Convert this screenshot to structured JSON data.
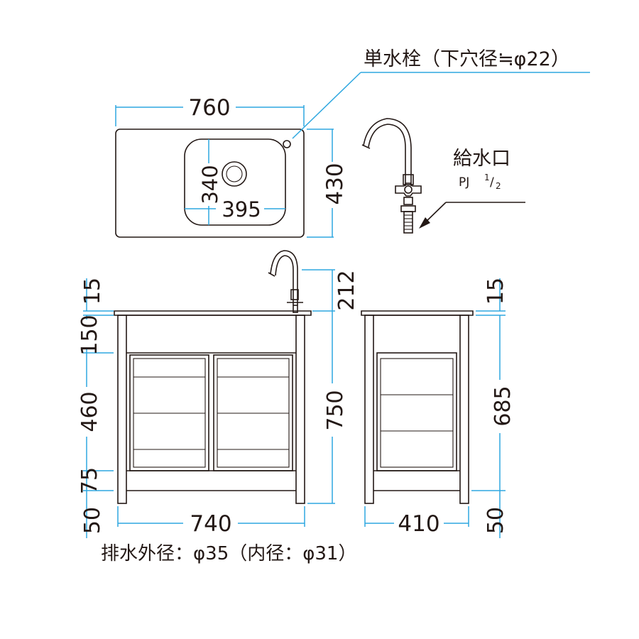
{
  "callouts": {
    "faucet_hole": "単水栓（下穴径≒φ22）",
    "water_inlet": "給水口",
    "pj_label": "PJ",
    "pj_num": "1",
    "pj_den": "2",
    "drain": "排水外径：φ35（内径：φ31）"
  },
  "dimensions": {
    "top_width": "760",
    "top_depth": "430",
    "bowl_width": "395",
    "bowl_depth": "340",
    "faucet_height": "212",
    "counter_thickness": "15",
    "apron_height": "150",
    "door_height": "460",
    "bottom_rail": "75",
    "leg_height": "50",
    "overall_height": "750",
    "body_width": "740",
    "side_counter_thickness": "15",
    "side_height": "685",
    "side_leg_height": "50",
    "side_depth": "410"
  }
}
